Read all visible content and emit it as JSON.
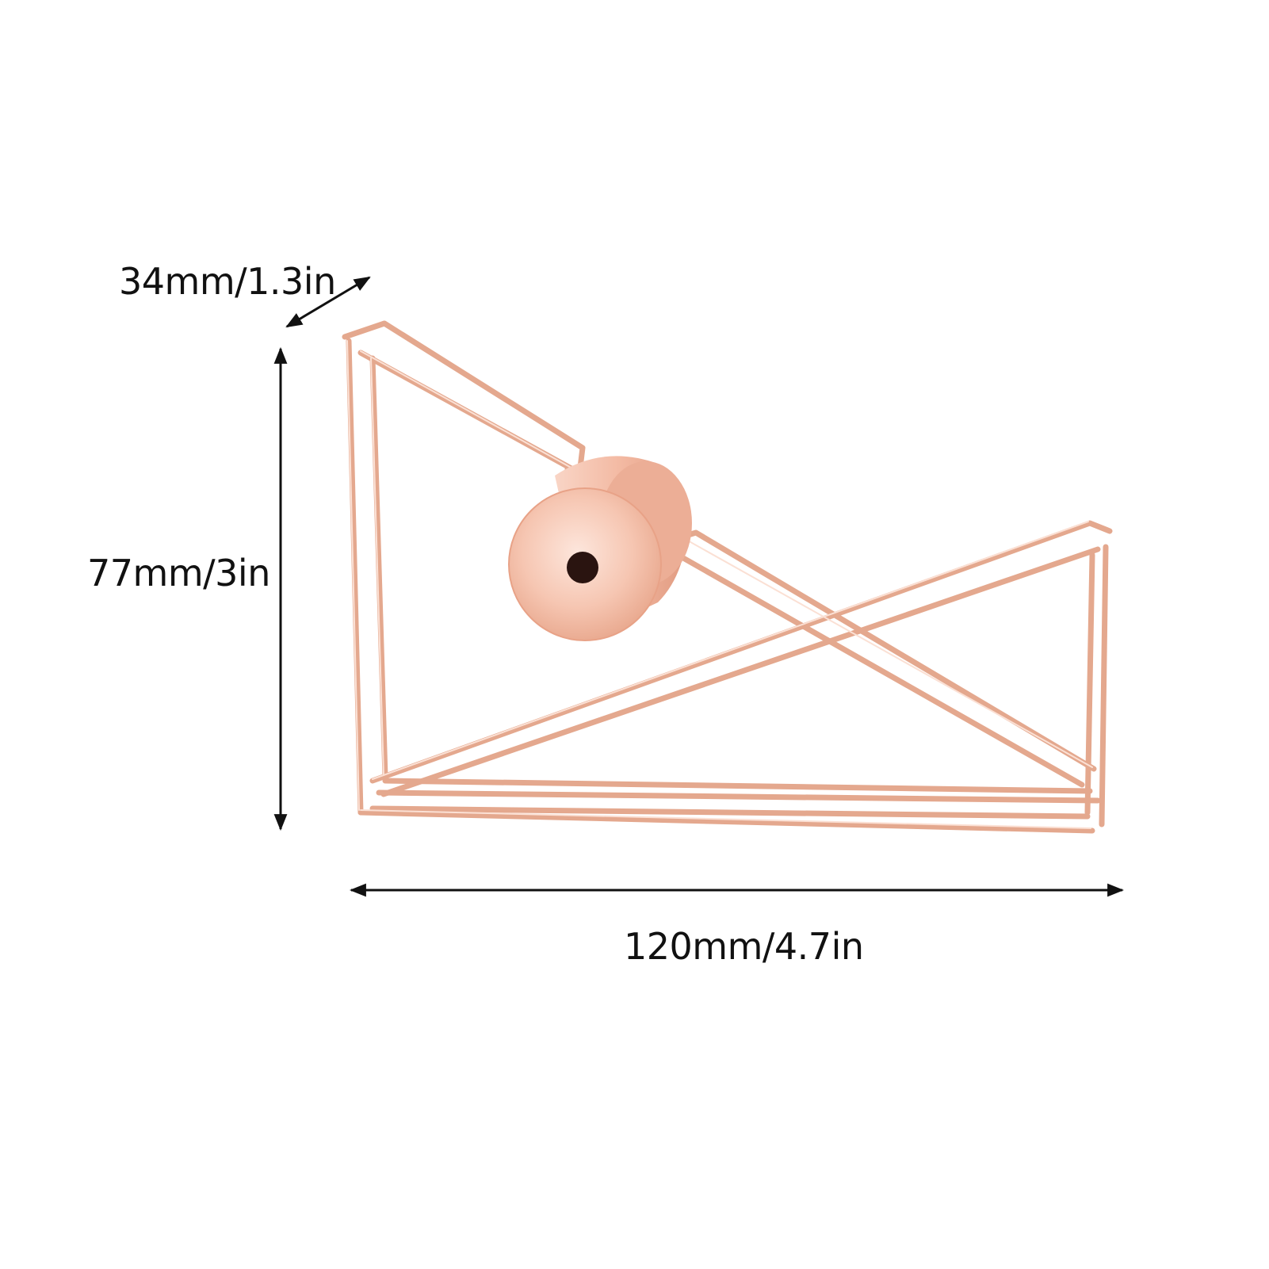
{
  "dimensions": {
    "depth": "34mm/1.3in",
    "height": "77mm/3in",
    "width": "120mm/4.7in"
  },
  "colors": {
    "background": "#ffffff",
    "wire": "#e4a88e",
    "wire_highlight": "#fbe0d4",
    "spool": "#f6c6b2",
    "spool_shadow": "#e8a287",
    "hole": "#2a1410",
    "arrow": "#111111",
    "text": "#111111"
  }
}
